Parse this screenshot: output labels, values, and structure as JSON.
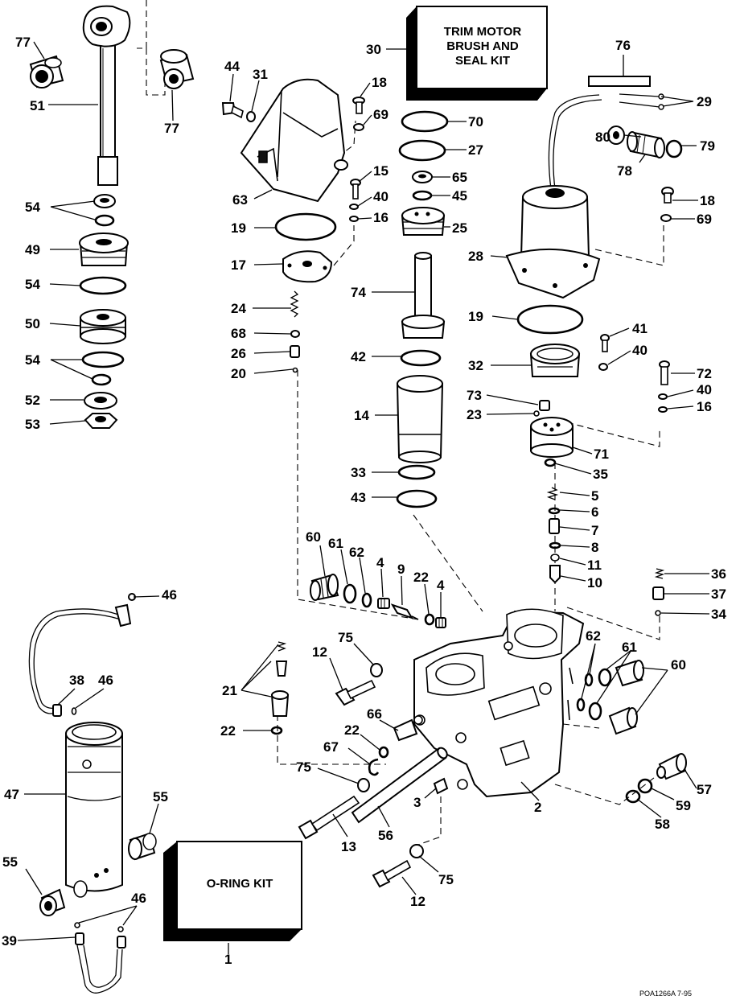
{
  "figure_code": "POA1266A  7-95",
  "kits": {
    "trim_motor_kit": [
      "TRIM MOTOR",
      "BRUSH AND",
      "SEAL KIT"
    ],
    "o_ring_kit": "O-RING KIT"
  },
  "callouts": {
    "c1": "1",
    "c2": "2",
    "c3": "3",
    "c4a": "4",
    "c4b": "4",
    "c5": "5",
    "c6": "6",
    "c7": "7",
    "c8": "8",
    "c9": "9",
    "c10": "10",
    "c11": "11",
    "c12a": "12",
    "c12b": "12",
    "c13": "13",
    "c14": "14",
    "c15": "15",
    "c16a": "16",
    "c16b": "16",
    "c17": "17",
    "c18a": "18",
    "c18b": "18",
    "c19a": "19",
    "c19b": "19",
    "c20": "20",
    "c21": "21",
    "c22a": "22",
    "c22b": "22",
    "c22c": "22",
    "c23": "23",
    "c24": "24",
    "c25": "25",
    "c26": "26",
    "c27": "27",
    "c28": "28",
    "c29": "29",
    "c30": "30",
    "c31": "31",
    "c32": "32",
    "c33": "33",
    "c34": "34",
    "c35": "35",
    "c36": "36",
    "c37": "37",
    "c38": "38",
    "c39": "39",
    "c40a": "40",
    "c40b": "40",
    "c40c": "40",
    "c41": "41",
    "c42": "42",
    "c43": "43",
    "c44": "44",
    "c45": "45",
    "c46a": "46",
    "c46b": "46",
    "c46c": "46",
    "c47": "47",
    "c49": "49",
    "c50": "50",
    "c51": "51",
    "c52": "52",
    "c53": "53",
    "c54a": "54",
    "c54b": "54",
    "c54c": "54",
    "c55a": "55",
    "c55b": "55",
    "c56": "56",
    "c57": "57",
    "c58": "58",
    "c59": "59",
    "c60a": "60",
    "c60b": "60",
    "c61a": "61",
    "c61b": "61",
    "c62a": "62",
    "c62b": "62",
    "c63": "63",
    "c65": "65",
    "c66": "66",
    "c67": "67",
    "c68": "68",
    "c69a": "69",
    "c69b": "69",
    "c70": "70",
    "c71": "71",
    "c72": "72",
    "c73": "73",
    "c74": "74",
    "c75a": "75",
    "c75b": "75",
    "c75c": "75",
    "c76": "76",
    "c77a": "77",
    "c77b": "77",
    "c78": "78",
    "c79": "79",
    "c80": "80"
  }
}
